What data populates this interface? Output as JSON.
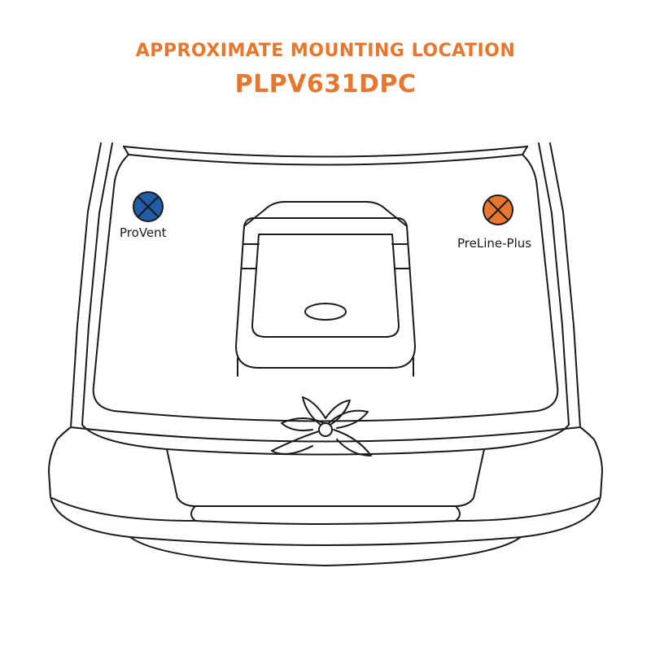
{
  "header": {
    "subtitle": "APPROXIMATE MOUNTING LOCATION",
    "part_number": "PLPV631DPC"
  },
  "markers": {
    "left": {
      "label": "ProVent",
      "color": "#1F5DA8",
      "icon": "circle-x-marker"
    },
    "right": {
      "label": "PreLine-Plus",
      "color": "#E8762C",
      "icon": "circle-x-marker"
    }
  },
  "colors": {
    "accent": "#E8762C",
    "line": "#1a1a1a"
  }
}
